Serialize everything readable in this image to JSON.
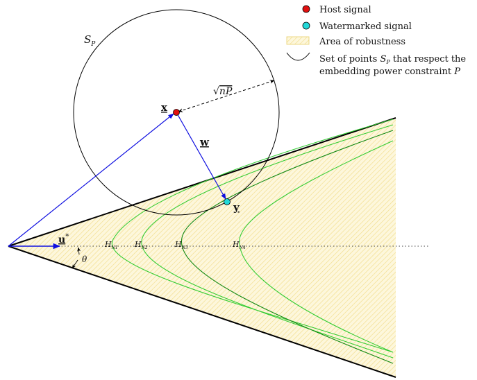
{
  "legend": {
    "host_signal": "Host signal",
    "watermarked_signal": "Watermarked signal",
    "area_of_robustness": "Area of robustness",
    "set_points_line1": "Set of points",
    "set_points_symbol": "S",
    "set_points_subscript": "P",
    "set_points_line1_tail": "that respect the",
    "set_points_line2": "embedding power constraint",
    "set_points_var": "P"
  },
  "labels": {
    "sphere_symbol": "S",
    "sphere_subscript": "P",
    "radius_sqrt": "√",
    "radius_value": "nP",
    "host": "x",
    "watermark": "w",
    "marked": "y",
    "direction": "u",
    "direction_star": "*",
    "angle": "θ",
    "hyperbola_symbol": "H",
    "hyperbola_subscripts": [
      "N1",
      "N2",
      "N3",
      "N4"
    ]
  },
  "colors": {
    "host_fill": "#e01010",
    "marked_fill": "#22d8d8",
    "vector_color": "#1010e0",
    "hyperbola_color": "#33cc33",
    "hyperbola_dark": "#118811",
    "robust_fill": "#fdf7dc",
    "robust_hatch": "#f2dc8a",
    "cone_edge": "#000000"
  },
  "icons": {
    "host": "red-dot-icon",
    "marked": "cyan-dot-icon",
    "area": "hatched-rectangle-icon",
    "set": "arc-icon"
  }
}
